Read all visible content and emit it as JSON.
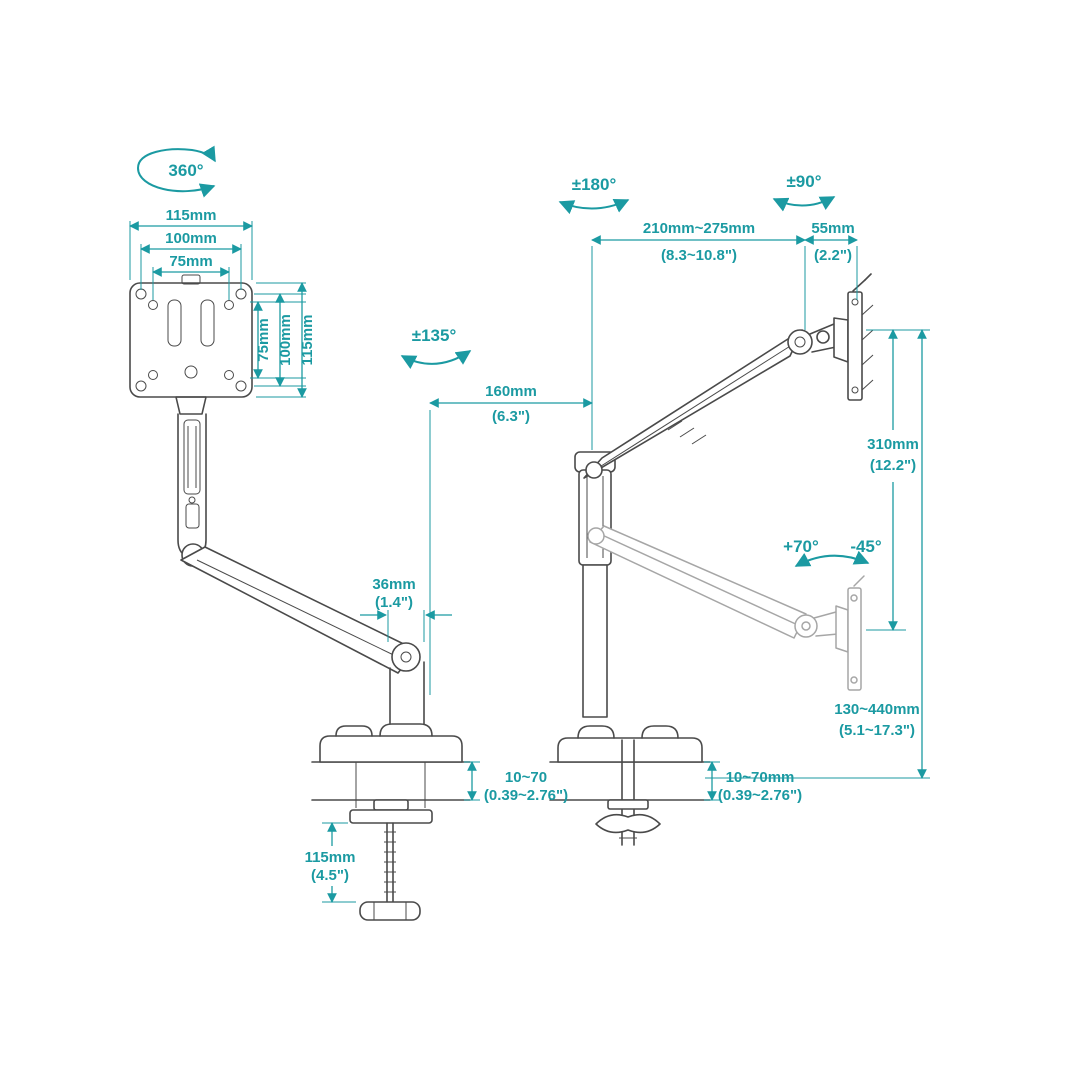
{
  "title": "Gas-spring monitor desk mount dimension diagram",
  "colors": {
    "accent": "#1b9aa2",
    "line": "#4a4a4a",
    "ghost": "#a6a6a6",
    "background": "#ffffff"
  },
  "rotation": {
    "swivel_360": "360°",
    "swivel_180": "±180°",
    "tilt_90": "±90°",
    "swivel_135": "±135°",
    "tilt_up_70": "+70°",
    "tilt_down_45": "-45°"
  },
  "vesa": {
    "width_115": "115mm",
    "width_100": "100mm",
    "width_75": "75mm",
    "height_75": "75mm",
    "height_100": "100mm",
    "height_115": "115mm"
  },
  "dims": {
    "reach_mm": "210mm~275mm",
    "reach_in": "(8.3~10.8\")",
    "head_mm": "55mm",
    "head_in": "(2.2\")",
    "lower_arm_mm": "160mm",
    "lower_arm_in": "(6.3\")",
    "lift_mm": "310mm",
    "lift_in": "(12.2\")",
    "boss_mm": "36mm",
    "boss_in": "(1.4\")",
    "height_range_mm": "130~440mm",
    "height_range_in": "(5.1~17.3\")",
    "clamp_left_mm": "10~70",
    "clamp_left_in": "(0.39~2.76\")",
    "grommet_mm": "10~70mm",
    "grommet_in": "(0.39~2.76\")",
    "screw_mm": "115mm",
    "screw_in": "(4.5\")"
  }
}
